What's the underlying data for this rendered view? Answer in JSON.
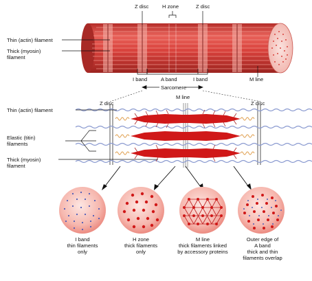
{
  "fiber_labels": {
    "z_disc_left": "Z disc",
    "h_zone": "H zone",
    "z_disc_right": "Z disc",
    "thin_filament": "Thin (actin) filament",
    "thick_filament_line1": "Thick (myosin)",
    "thick_filament_line2": "filament",
    "i_band_left": "I band",
    "a_band": "A band",
    "i_band_right": "I band",
    "m_line": "M line",
    "sarcomere": "Sarcomere"
  },
  "sarcomere_labels": {
    "m_line": "M line",
    "z_disc_left": "Z disc",
    "z_disc_right": "Z disc",
    "thin_filament": "Thin (actin) filament",
    "elastic_line1": "Elastic (titin)",
    "elastic_line2": "filaments",
    "thick_line1": "Thick (myosin)",
    "thick_line2": "filament"
  },
  "cross_sections": [
    {
      "line1": "I band",
      "line2": "thin filaments",
      "line3": "only"
    },
    {
      "line1": "H zone",
      "line2": "thick filaments",
      "line3": "only"
    },
    {
      "line1": "M line",
      "line2": "thick filaments linked",
      "line3": "by accessory proteins"
    },
    {
      "line1": "Outer edge of",
      "line2": "A band",
      "line3": "thick and thin",
      "line4": "filaments overlap"
    }
  ],
  "colors": {
    "fiber": "#d9423c",
    "fiber_dark": "#a82a26",
    "fiber_light": "#f08a80",
    "myosin": "#d01818",
    "actin": "#8a9ad0",
    "titin": "#e0a050",
    "thin_dot": "#4a5ab8"
  }
}
